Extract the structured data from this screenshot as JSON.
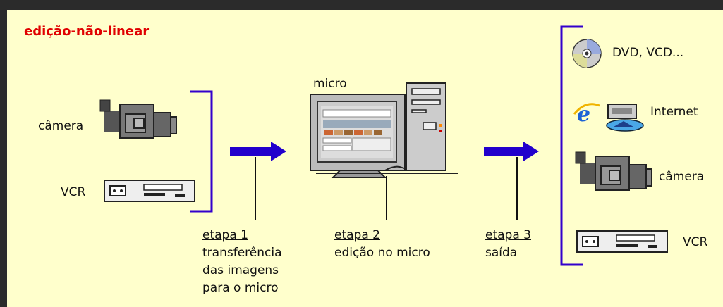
{
  "title": "edição-não-linear",
  "colors": {
    "background": "#ffffcc",
    "frame": "#2b2b2b",
    "bracket": "#3300cc",
    "arrow": "#2200cc",
    "title": "#e00000"
  },
  "sources": {
    "camera_label": "câmera",
    "vcr_label": "VCR"
  },
  "middle": {
    "micro_label": "micro"
  },
  "steps": [
    {
      "heading": "etapa 1",
      "lines": [
        "transferência",
        "das imagens",
        "para o micro"
      ]
    },
    {
      "heading": "etapa 2",
      "lines": [
        "edição no micro"
      ]
    },
    {
      "heading": "etapa 3",
      "lines": [
        "saída"
      ]
    }
  ],
  "outputs": {
    "dvd_label": "DVD, VCD...",
    "internet_label": "Internet",
    "camera_label": "câmera",
    "vcr_label": "VCR"
  },
  "icons": [
    "camcorder-icon",
    "vcr-icon",
    "computer-icon",
    "cd-icon",
    "internet-explorer-icon",
    "network-drive-icon"
  ]
}
